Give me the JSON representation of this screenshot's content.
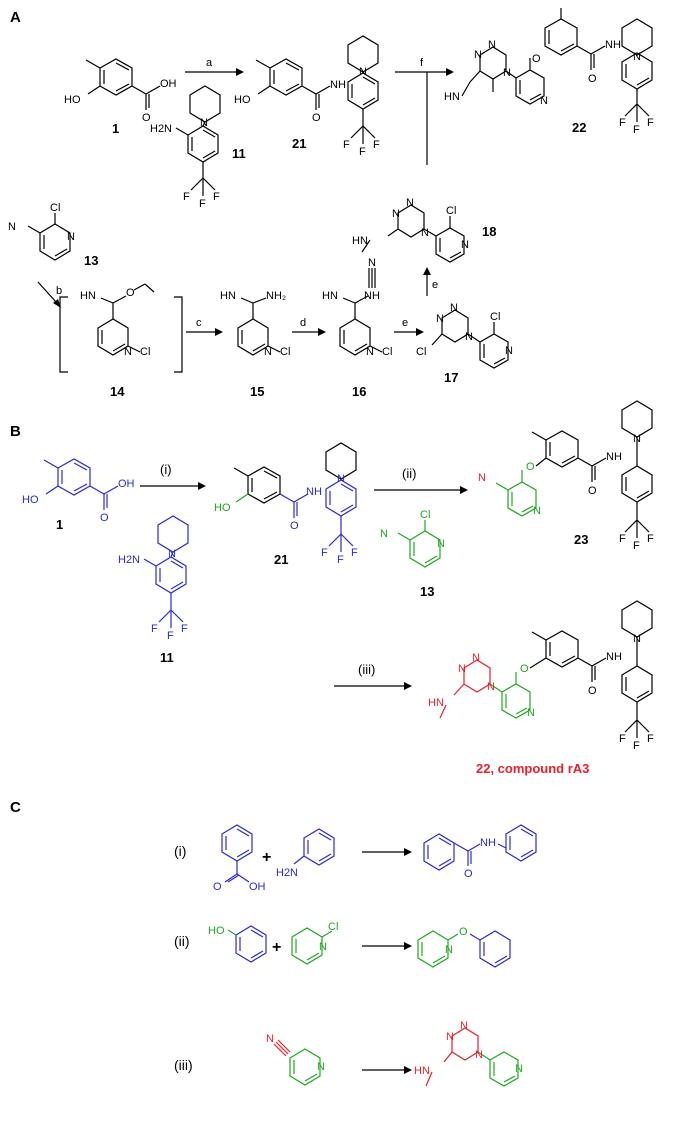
{
  "panels": {
    "A": {
      "label": "A",
      "reagents": {
        "a": "a",
        "b": "b",
        "c": "c",
        "d": "d",
        "e1": "e",
        "e2": "e",
        "f": "f"
      },
      "compounds": {
        "c1": "1",
        "c11": "11",
        "c21": "21",
        "c22": "22",
        "c13": "13",
        "c14": "14",
        "c15": "15",
        "c16": "16",
        "c17": "17",
        "c18": "18"
      }
    },
    "B": {
      "label": "B",
      "reagents": {
        "i": "(i)",
        "ii": "(ii)",
        "iii": "(iii)"
      },
      "compounds": {
        "c1": "1",
        "c11": "11",
        "c21": "21",
        "c13": "13",
        "c23": "23"
      },
      "final_label": "22, compound rA3"
    },
    "C": {
      "label": "C",
      "rows": [
        {
          "label": "(i)"
        },
        {
          "label": "(ii)"
        },
        {
          "label": "(iii)"
        }
      ]
    }
  },
  "atoms": {
    "HO": "HO",
    "OH": "OH",
    "O": "O",
    "NH": "NH",
    "N": "N",
    "H2N": "H2N",
    "HN": "HN",
    "Cl": "Cl",
    "F": "F",
    "NH2": "NH₂",
    "H2": "H₂",
    "HNimine": "HN"
  },
  "colors": {
    "black": "#000000",
    "blue": "#2a2ad4",
    "green": "#1fa81f",
    "red": "#e8202a"
  }
}
